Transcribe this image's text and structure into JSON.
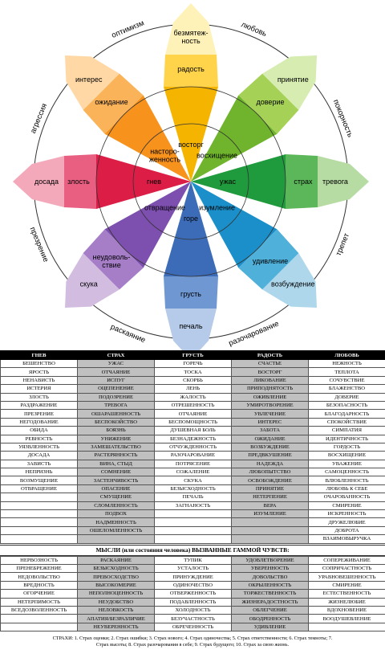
{
  "wheel": {
    "petals": [
      {
        "key": "joy",
        "outer": "безмятеж-\nность",
        "mid": "радость",
        "inner": "восторг",
        "colors": [
          "#fff2b8",
          "#ffd34a",
          "#f5b400"
        ]
      },
      {
        "key": "trust",
        "outer": "принятие",
        "mid": "доверие",
        "inner": "восхищение",
        "colors": [
          "#d6ecb0",
          "#a6d157",
          "#6fb42c"
        ]
      },
      {
        "key": "fear",
        "outer": "тревога",
        "mid": "страх",
        "inner": "ужас",
        "colors": [
          "#b6dca4",
          "#5cb65a",
          "#1f9a3d"
        ]
      },
      {
        "key": "surprise",
        "outer": "возбуждение",
        "mid": "удивление",
        "inner": "изумление",
        "colors": [
          "#aed7ec",
          "#4fb0da",
          "#1b8fc9"
        ]
      },
      {
        "key": "sadness",
        "outer": "печаль",
        "mid": "грусть",
        "inner": "горе",
        "colors": [
          "#b5cbe9",
          "#6f98d3",
          "#3c6cb8"
        ]
      },
      {
        "key": "disgust",
        "outer": "скука",
        "mid": "неудоволь-\nствие",
        "inner": "отвращение",
        "colors": [
          "#d2bde1",
          "#a67ec8",
          "#7d4fae"
        ]
      },
      {
        "key": "anger",
        "outer": "досада",
        "mid": "злость",
        "inner": "гнев",
        "colors": [
          "#f3a9ba",
          "#e95f82",
          "#dc1e47"
        ]
      },
      {
        "key": "anticipation",
        "outer": "интерес",
        "mid": "ожидание",
        "inner": "насторо-\nженность",
        "colors": [
          "#ffd8a6",
          "#fbb35a",
          "#f7921d"
        ]
      }
    ],
    "dyads": [
      "любовь",
      "покорность",
      "трепет",
      "разочарование",
      "раскаяние",
      "презрение",
      "агрессия",
      "оптимизм"
    ]
  },
  "table1": {
    "headers": [
      "ГНЕВ",
      "СТРАХ",
      "ГРУСТЬ",
      "РАДОСТЬ",
      "ЛЮБОВЬ"
    ],
    "rows": [
      [
        "БЕШЕНСТВО",
        "УЖАС",
        "ГОРЕЧЬ",
        "СЧАСТЬЕ",
        "НЕЖНОСТЬ"
      ],
      [
        "ЯРОСТЬ",
        "ОТЧАЯНИЕ",
        "ТОСКА",
        "ВОСТОРГ",
        "ТЕПЛОТА"
      ],
      [
        "НЕНАВИСТЬ",
        "ИСПУГ",
        "СКОРБЬ",
        "ЛИКОВАНИЕ",
        "СОЧУВСТВИЕ"
      ],
      [
        "ИСТЕРИЯ",
        "ОЦЕПЕНЕНИЕ",
        "ЛЕНЬ",
        "ПРИПОДНЯТОСТЬ",
        "БЛАЖЕНСТВО"
      ],
      [
        "ЗЛОСТЬ",
        "ПОДОЗРЕНИЕ",
        "ЖАЛОСТЬ",
        "ОЖИВЛЕНИЕ",
        "ДОВЕРИЕ"
      ],
      [
        "РАЗДРАЖЕНИЕ",
        "ТРЕВОГА",
        "ОТРЕШЕННОСТЬ",
        "УМИРОТВОРЕНИЕ",
        "БЕЗОПАСНОСТЬ"
      ],
      [
        "ПРЕЗРЕНИЕ",
        "ОШАРАШЕННОСТЬ",
        "ОТЧАЯНИЕ",
        "УВЛЕЧЕНИЕ",
        "БЛАГОДАРНОСТЬ"
      ],
      [
        "НЕГОДОВАНИЕ",
        "БЕСПОКОЙСТВО",
        "БЕСПОМОЩНОСТЬ",
        "ИНТЕРЕС",
        "СПОКОЙСТВИЕ"
      ],
      [
        "ОБИДА",
        "БОЯЗНЬ",
        "ДУШЕВНАЯ БОЛЬ",
        "ЗАБОТА",
        "СИМПАТИЯ"
      ],
      [
        "РЕВНОСТЬ",
        "УНИЖЕНИЕ",
        "БЕЗНАДЕЖНОСТЬ",
        "ОЖИДАНИЕ",
        "ИДЕНТИЧНОСТЬ"
      ],
      [
        "УЯЗВЛЕННОСТЬ",
        "ЗАМЕШАТЕЛЬСТВО",
        "ОТЧУЖДЕННОСТЬ",
        "ВОЗБУЖДЕНИЕ",
        "ГОРДОСТЬ"
      ],
      [
        "ДОСАДА",
        "РАСТЕРЯННОСТЬ",
        "РАЗОЧАРОВАНИЕ",
        "ПРЕДВКУШЕНИЕ",
        "ВОСХИЩЕНИЕ"
      ],
      [
        "ЗАВИСТЬ",
        "ВИНА, СТЫД",
        "ПОТРЯСЕНИЕ",
        "НАДЕЖДА",
        "УВАЖЕНИЕ"
      ],
      [
        "НЕПРИЗНЬ",
        "СОМНЕНИЕ",
        "СОЖАЛЕНИЕ",
        "ЛЮБОПЫТСТВО",
        "САМОЦЕННОСТЬ"
      ],
      [
        "ВОЗМУЩЕНИЕ",
        "ЗАСТЕНЧИВОСТЬ",
        "СКУКА",
        "ОСВОБОЖДЕНИЕ",
        "ВЛЮБЛЕННОСТЬ"
      ],
      [
        "ОТВРАЩЕНИЕ",
        "ОПАСЕНИЕ",
        "БЕЗЫСХОДНОСТЬ",
        "ПРИНЯТИЕ",
        "ЛЮБОВЬ К СЕБЕ"
      ],
      [
        "",
        "СМУЩЕНИЕ",
        "ПЕЧАЛЬ",
        "НЕТЕРПЕНИЕ",
        "ОЧАРОВАННОСТЬ"
      ],
      [
        "",
        "СЛОМЛЕННОСТЬ",
        "ЗАГНАНОСТЬ",
        "ВЕРА",
        "СМИРЕНИЕ"
      ],
      [
        "",
        "ПОДВОХ",
        "",
        "ИЗУМЛЕНИЕ",
        "ИСКРЕННОСТЬ"
      ],
      [
        "",
        "НАДМЕННОСТЬ",
        "",
        "",
        "ДРУЖЕЛЮБИЕ"
      ],
      [
        "",
        "ОШЕЛОМЛЕННОСТЬ",
        "",
        "",
        "ДОБРОТА"
      ],
      [
        "",
        "",
        "",
        "",
        "ВЗАИМОВЫРУЧКА"
      ]
    ]
  },
  "table2": {
    "title": "МЫСЛИ (или состояния человека) ВЫЗВАННЫЕ ГАММОЙ ЧУВСТВ:",
    "rows": [
      [
        "НЕРВОЗНОСТЬ",
        "РАСКАЯНИЕ",
        "ТУПИК",
        "УДОВЛЕТВОРЕНИЕ",
        "СОПЕРЕЖИВАНИЕ"
      ],
      [
        "ПРЕНЕБРЕЖЕНИЕ",
        "БЕЗЫСХОДНОСТЬ",
        "УСТАЛОСТЬ",
        "УВЕРЕННОСТЬ",
        "СОПРИЧАСТНОСТЬ"
      ],
      [
        "НЕДОВОЛЬСТВО",
        "ПРЕВОСХОДСТВО",
        "ПРИНУЖДЕНИЕ",
        "ДОВОЛЬСТВО",
        "УРАВНОВЕШЕННОСТЬ"
      ],
      [
        "ВРЕДНОСТЬ",
        "ВЫСОКОМЕРИЕ",
        "ОДИНОЧЕСТВО",
        "ОКРЫЛЕННОСТЬ",
        "СМИРЕНИЕ"
      ],
      [
        "ОГОРЧЕНИЕ",
        "НЕПОЛНОЦЕННОСТЬ",
        "ОТВЕРЖЕННОСТЬ",
        "ТОРЖЕСТВЕННОСТЬ",
        "ЕСТЕСТВЕННОСТЬ"
      ],
      [
        "НЕТЕРПИМОСТЬ",
        "НЕУДОБСТВО",
        "ПОДАВЛЕННОСТЬ",
        "ЖИЗНЕРАДОСТНОСТЬ",
        "ЖИЗНЕЛЮБИЕ"
      ],
      [
        "ВСЕДОЗВОЛЕННОСТЬ",
        "НЕЛОВКОСТЬ",
        "ХОЛОДНОСТЬ",
        "ОБЛЕГЧЕНИЕ",
        "ВДОХНОВЕНИЕ"
      ],
      [
        "",
        "АПАТИЯ/БЕЗРАЗЛИЧИЕ",
        "БЕЗУЧАСТНОСТЬ",
        "ОБОДРЕННОСТЬ",
        "ВООДУШЕВЛЕНИЕ"
      ],
      [
        "",
        "НЕУВЕРЕННОСТЬ",
        "ОБРЕЧЕННОСТЬ",
        "УДИВЛЕНИЕ",
        ""
      ]
    ]
  },
  "footer": {
    "line1": "СТРАХИ: 1. Страх оценки; 2. Страх ошибки; 3. Страх нового; 4. Страх одиночества; 5. Страх ответственности; 6. Страх темноты; 7.",
    "line2": "Страх высоты; 8. Страх разочарования в себе; 9. Страх будущего; 10. Страх за свою жизнь."
  }
}
